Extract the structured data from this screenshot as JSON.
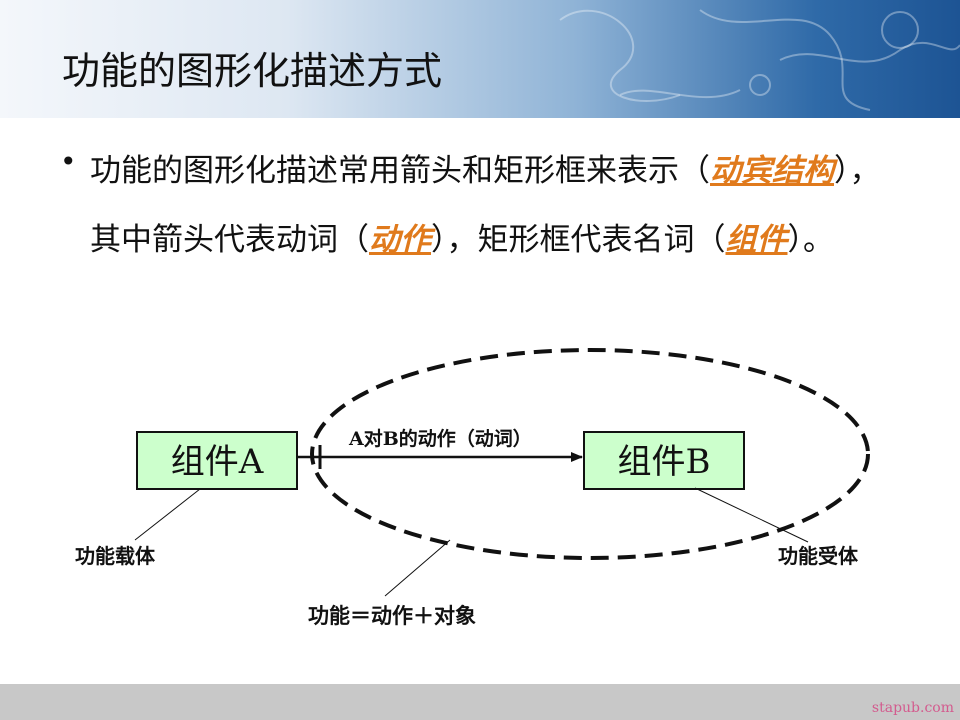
{
  "slide": {
    "title": "功能的图形化描述方式",
    "bullet": {
      "before": "功能的图形化描述常用箭头和矩形框来表示（",
      "hl1": "动宾结构",
      "mid1": "），其中箭头代表动词（",
      "hl2": "动作",
      "mid2": "），矩形框代表名词（",
      "hl3": "组件",
      "after": "）。"
    }
  },
  "diagram": {
    "component_a": "组件A",
    "component_b": "组件B",
    "arrow_label": "A对B的动作（动词）",
    "carrier_label": "功能载体",
    "receiver_label": "功能受体",
    "formula_label": "功能＝动作＋对象"
  },
  "colors": {
    "box_fill": "#ccffcc",
    "highlight": "#e07a1c",
    "header_blue": "#1d5494"
  },
  "watermark": "stapub.com"
}
